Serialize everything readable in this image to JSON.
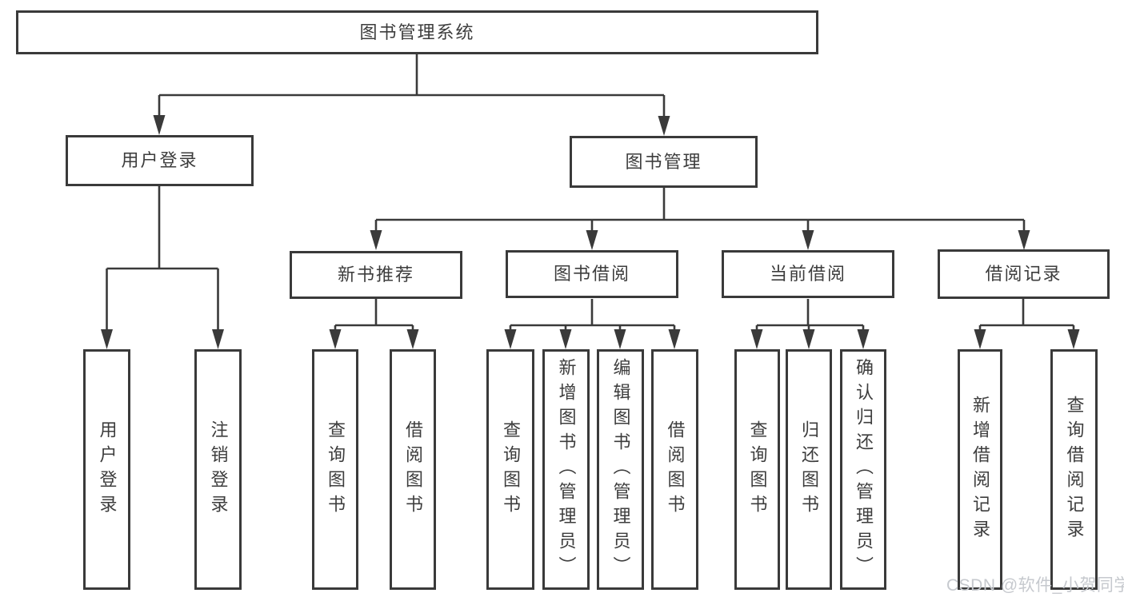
{
  "root": {
    "label": "图书管理系统"
  },
  "branches": [
    {
      "label": "用户登录"
    },
    {
      "label": "图书管理"
    }
  ],
  "modules": [
    {
      "label": "新书推荐"
    },
    {
      "label": "图书借阅"
    },
    {
      "label": "当前借阅"
    },
    {
      "label": "借阅记录"
    }
  ],
  "leaves": [
    {
      "label": "用户登录"
    },
    {
      "label": "注销登录"
    },
    {
      "label": "查询图书"
    },
    {
      "label": "借阅图书"
    },
    {
      "label": "查询图书"
    },
    {
      "label": "新增图书（管理员）"
    },
    {
      "label": "编辑图书（管理员）"
    },
    {
      "label": "借阅图书"
    },
    {
      "label": "查询图书"
    },
    {
      "label": "归还图书"
    },
    {
      "label": "确认归还（管理员）"
    },
    {
      "label": "新增借阅记录"
    },
    {
      "label": "查询借阅记录"
    }
  ],
  "watermark": "CSDN @软件_小贺同学",
  "colors": {
    "line": "#3a3a3a",
    "text": "#3d3d3d",
    "watermark": "#c6c9ce",
    "background": "#ffffff"
  }
}
